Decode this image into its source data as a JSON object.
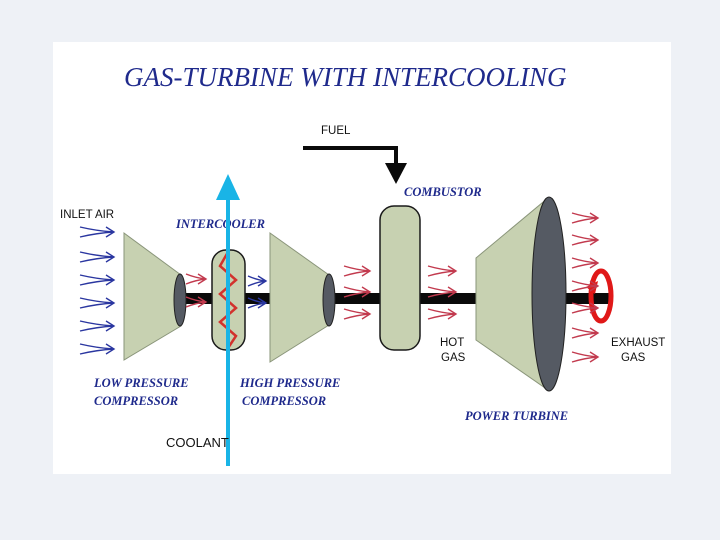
{
  "title": "GAS-TURBINE WITH INTERCOOLING",
  "labels": {
    "fuel": "FUEL",
    "combustor": "COMBUSTOR",
    "inlet_air": "INLET AIR",
    "intercooler": "INTERCOOLER",
    "hot_gas_line1": "HOT",
    "hot_gas_line2": "GAS",
    "exhaust_line1": "EXHAUST",
    "exhaust_line2": "GAS",
    "low_pressure_line1": "LOW PRESSURE",
    "low_pressure_line2": "COMPRESSOR",
    "high_pressure_line1": "HIGH PRESSURE",
    "high_pressure_line2": "COMPRESSOR",
    "power_turbine": "POWER TURBINE",
    "coolant": "COOLANT"
  },
  "colors": {
    "title": "#1f2a8c",
    "component_fill": "#c7d1b1",
    "shaft": "#0a0a0a",
    "hub": "#555a63",
    "cold_arrow": "#2a36a0",
    "hot_arrow": "#c23a4e",
    "coolant": "#19b4e6",
    "coil": "#d2322d",
    "rotation": "#e01818"
  }
}
